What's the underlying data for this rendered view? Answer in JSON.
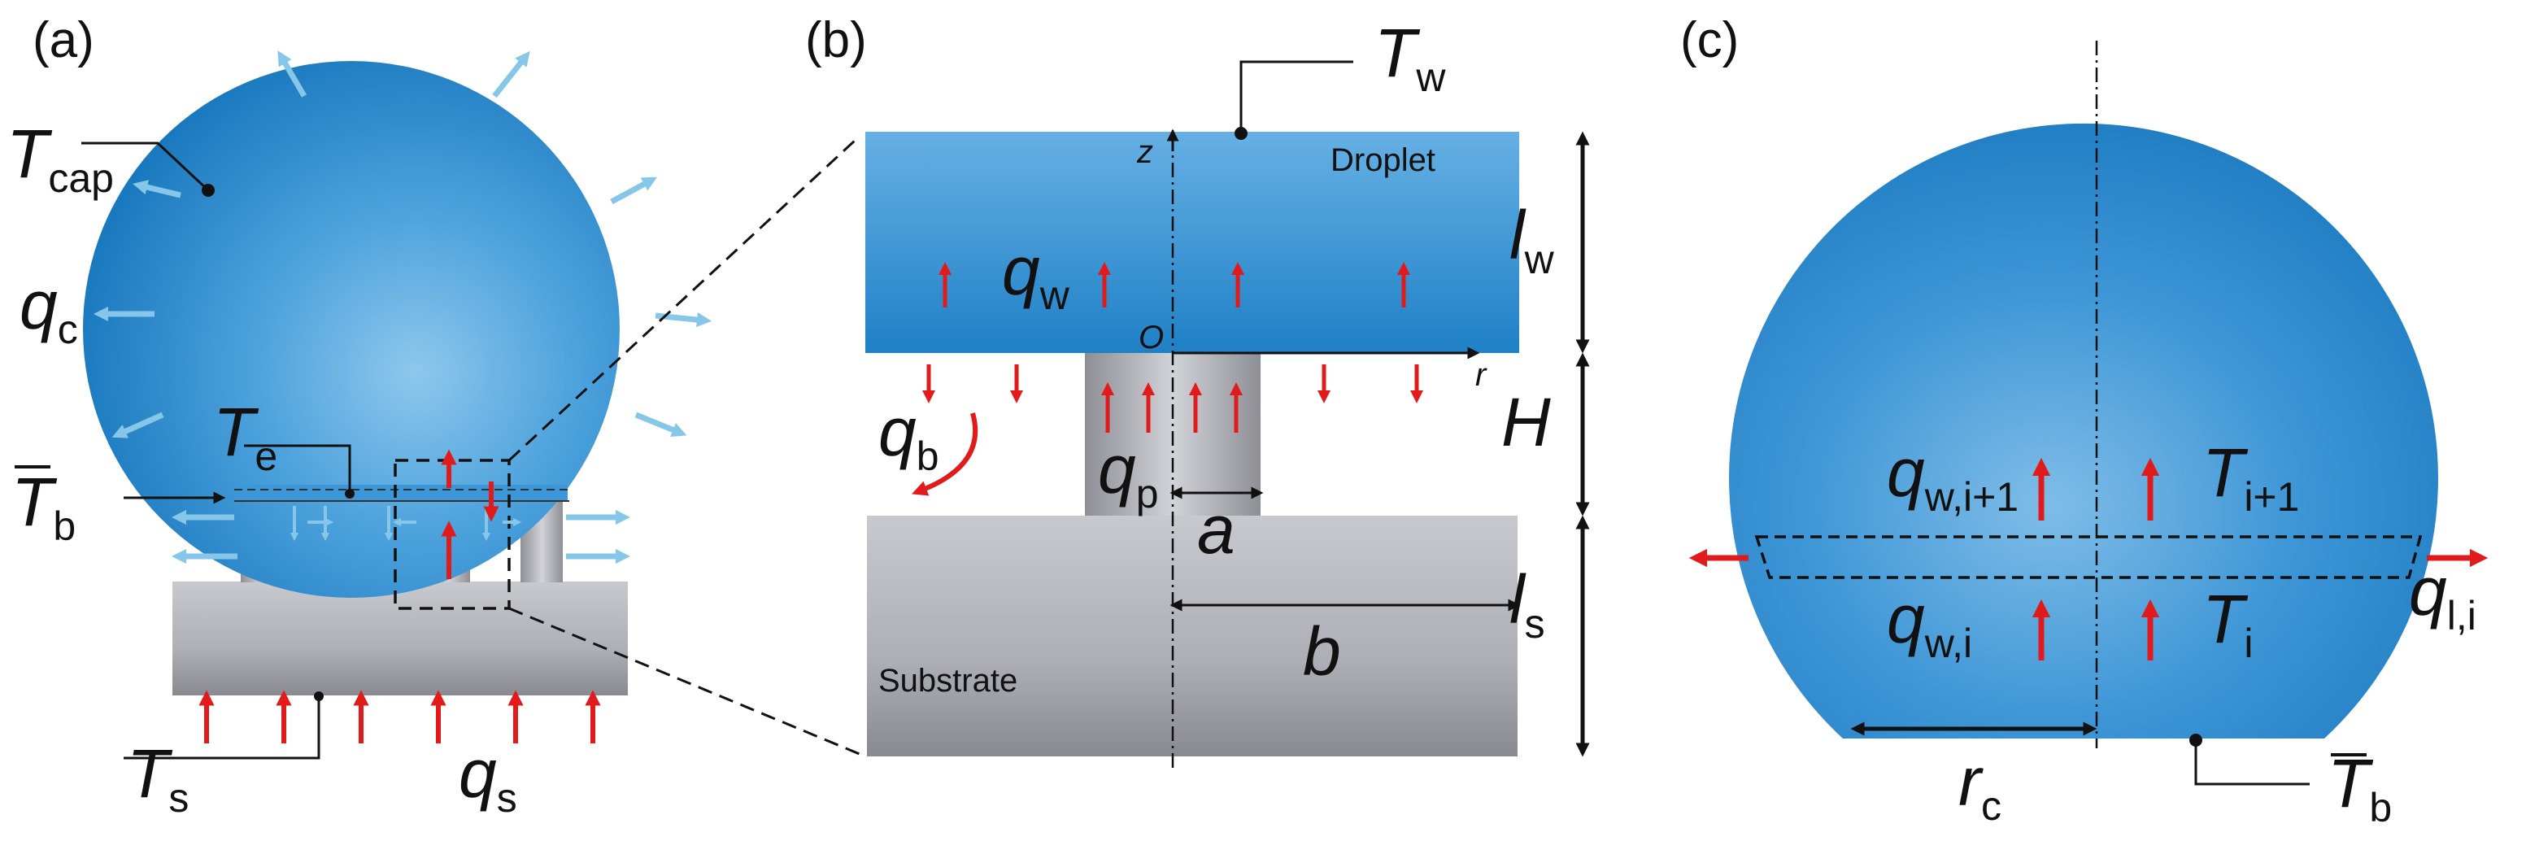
{
  "panels": {
    "a": "(a)",
    "b": "(b)",
    "c": "(c)"
  },
  "panel_a": {
    "T_cap": {
      "main": "T",
      "sub": "cap"
    },
    "q_c": {
      "main": "q",
      "sub": "c"
    },
    "T_e": {
      "main": "T",
      "sub": "e"
    },
    "T_b_bar": {
      "main": "T",
      "sub": "b"
    },
    "T_s": {
      "main": "T",
      "sub": "s"
    },
    "q_s": {
      "main": "q",
      "sub": "s"
    }
  },
  "panel_b": {
    "T_w": {
      "main": "T",
      "sub": "w"
    },
    "droplet": "Droplet",
    "substrate": "Substrate",
    "z_axis": "z",
    "r_axis": "r",
    "origin": "O",
    "q_w": {
      "main": "q",
      "sub": "w"
    },
    "q_b": {
      "main": "q",
      "sub": "b"
    },
    "q_p": {
      "main": "q",
      "sub": "p"
    },
    "a": "a",
    "b": "b",
    "l_w": {
      "main": "l",
      "sub": "w"
    },
    "H": "H",
    "l_s": {
      "main": "l",
      "sub": "s"
    }
  },
  "panel_c": {
    "q_w_i1": {
      "main": "q",
      "sub": "w,i+1"
    },
    "T_i1": {
      "main": "T",
      "sub": "i+1"
    },
    "q_w_i": {
      "main": "q",
      "sub": "w,i"
    },
    "T_i": {
      "main": "T",
      "sub": "i"
    },
    "q_l_i": {
      "main": "q",
      "sub": "l,i"
    },
    "r_c": {
      "main": "r",
      "sub": "c"
    },
    "T_b_bar": {
      "main": "T",
      "sub": "b"
    }
  },
  "colors": {
    "droplet_blue": "#2a8ad0",
    "heat_flux_red": "#e11b1b",
    "convection_blue": "#86c6e8",
    "substrate_gray": "#b4b6bd",
    "leader_line": "#111111"
  },
  "icons": {
    "heat_arrow": "red-up-arrow",
    "convective_arrow": "light-blue-arrow"
  }
}
